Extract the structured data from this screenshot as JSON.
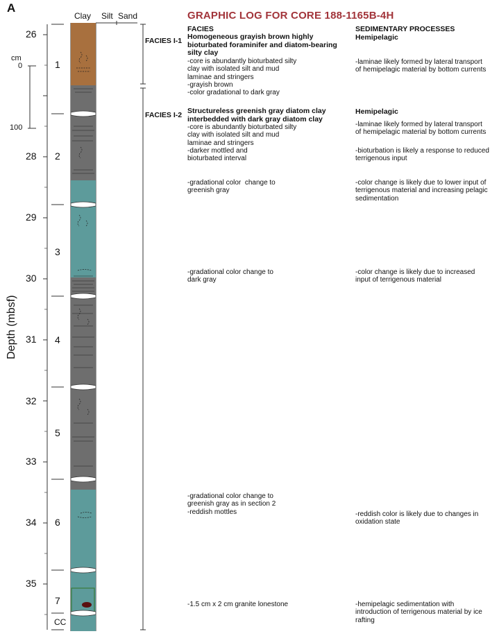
{
  "panel_label": "A",
  "title": "GRAPHIC LOG FOR CORE 188-1165B-4H",
  "columns": {
    "clay": "Clay",
    "silt": "Silt",
    "sand": "Sand"
  },
  "y_axis": {
    "label": "Depth (mbsf)",
    "ticks": [
      "26",
      "27",
      "28",
      "29",
      "30",
      "31",
      "32",
      "33",
      "34",
      "35"
    ]
  },
  "scale_bar": {
    "unit": "cm",
    "top": "0",
    "bottom": "100"
  },
  "sections": [
    "1",
    "2",
    "3",
    "4",
    "5",
    "6",
    "7",
    "CC"
  ],
  "facies_header": "FACIES",
  "processes_header": "SEDIMENTARY PROCESSES",
  "facies_units": [
    {
      "label": "FACIES I-1",
      "name": "Homogeneous grayish brown highly\nbioturbated foraminifer and diatom-bearing\nsilty clay",
      "process": "Hemipelagic"
    },
    {
      "label": "FACIES I-2",
      "name": "Structureless greenish gray diatom clay\ninterbedded with dark gray diatom clay",
      "process": "Hemipelagic"
    }
  ],
  "descriptions": [
    {
      "facies": "-core is abundantly bioturbated silty\nclay with isolated silt and mud\nlaminae and stringers\n-grayish brown\n-color gradational to dark gray",
      "process": "-laminae likely formed by lateral transport\nof hemipelagic material by bottom currents"
    },
    {
      "facies": "-core is abundantly bioturbated silty\nclay with isolated silt and mud\nlaminae and stringers",
      "process": "-laminae likely formed by lateral transport\nof hemipelagic material by bottom currents"
    },
    {
      "facies": "-darker mottled and\nbioturbated interval",
      "process": "-bioturbation is likely a response to reduced\nterrigenous input"
    },
    {
      "facies": "-gradational color  change to\ngreenish gray",
      "process": "-color change is likely due to lower input of\nterrigenous material and increasing pelagic\nsedimentation"
    },
    {
      "facies": "-gradational color change to\ndark gray",
      "process": "-color change is likely due to increased\ninput of terrigenous material"
    },
    {
      "facies": "-gradational color change to\ngreenish gray as in section 2\n-reddish mottles",
      "process": "-reddish color is likely due to changes in\noxidation state"
    },
    {
      "facies": "-1.5 cm x 2 cm granite lonestone",
      "process": "-hemipelagic sedimentation with\nintroduction of terrigenous material by ice\nrafting"
    }
  ],
  "colors": {
    "brown": "#a8703e",
    "dark_gray": "#6e6e6e",
    "greenish_gray": "#5d9b9b",
    "title": "#a2343a",
    "lonestone": "#5a1010"
  }
}
